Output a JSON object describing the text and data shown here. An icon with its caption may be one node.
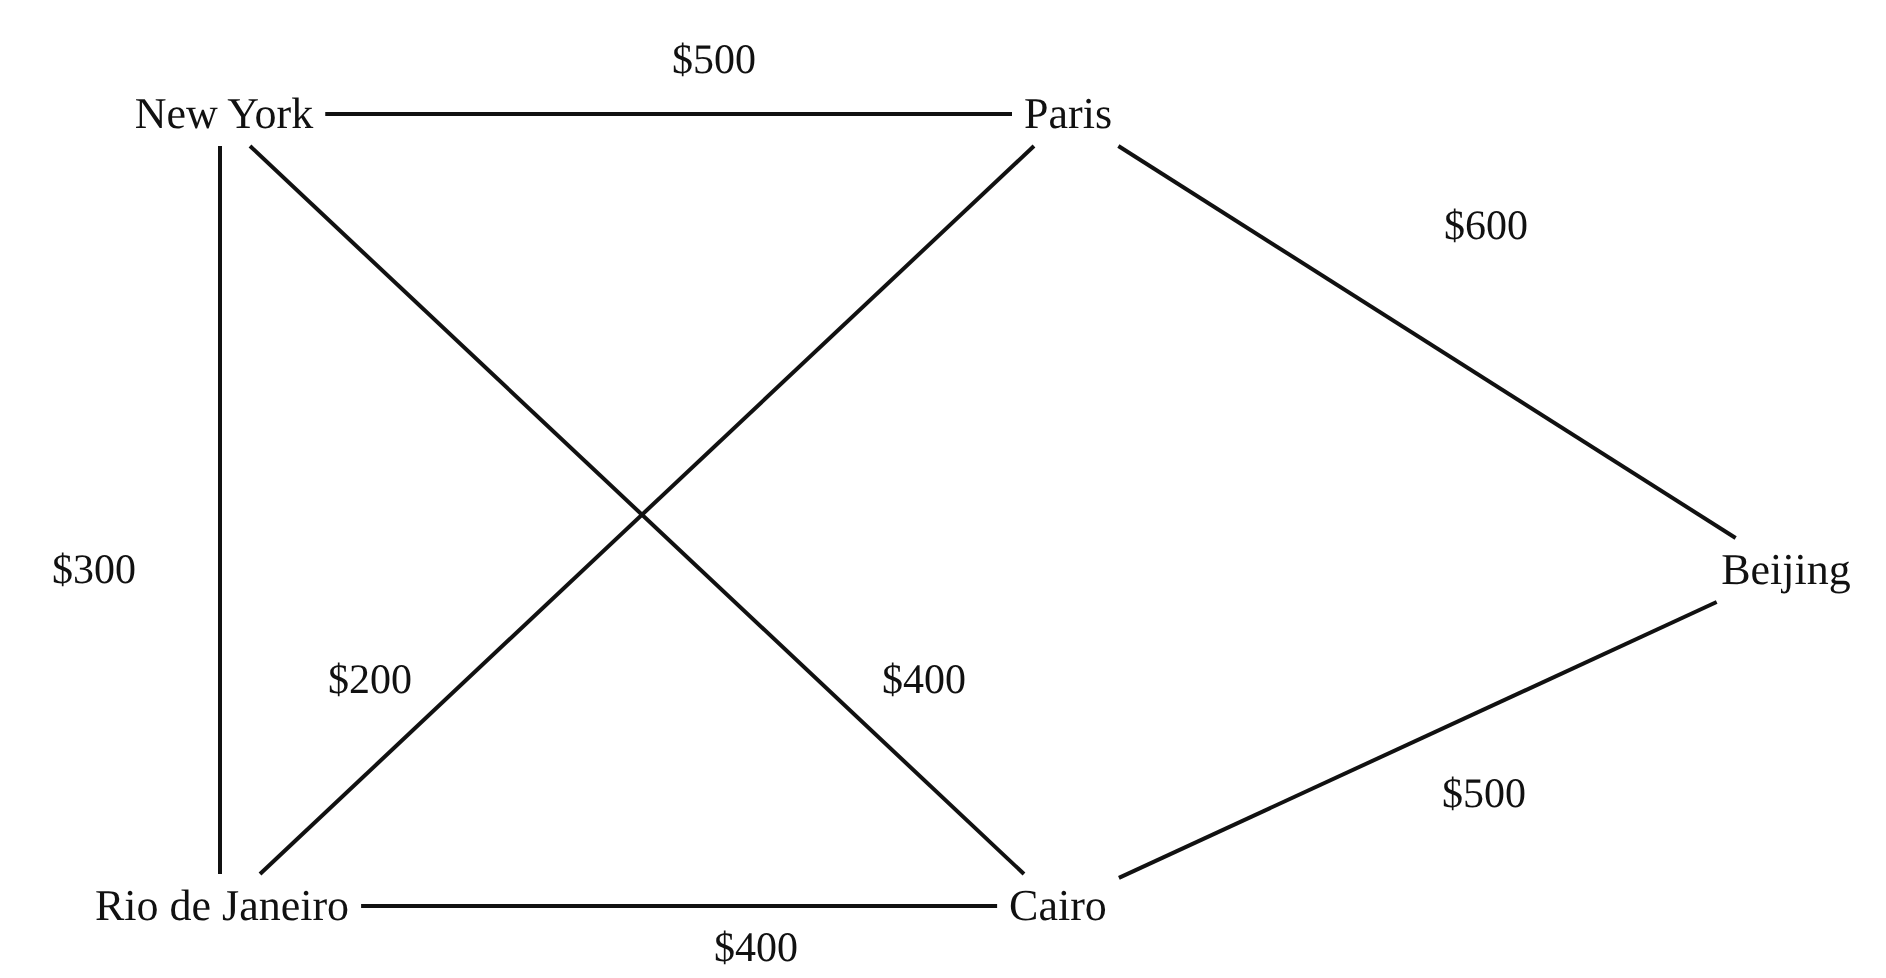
{
  "diagram": {
    "nodes": [
      {
        "text": [
          "New York"
        ]
      },
      {
        "text": [
          "Paris"
        ]
      },
      {
        "text": [
          "Beijing"
        ]
      },
      {
        "text": [
          "Rio de Janeiro"
        ]
      },
      {
        "text": [
          "Cairo"
        ]
      }
    ],
    "edges": [
      {
        "from": 0,
        "to": 1,
        "arrow": "none",
        "label": "$500"
      },
      {
        "from": 1,
        "to": 2,
        "arrow": "none",
        "label": "$600"
      },
      {
        "from": 0,
        "to": 3,
        "arrow": "none",
        "label": "$300"
      },
      {
        "from": 1,
        "to": 3,
        "arrow": "none",
        "label": "$200"
      },
      {
        "from": 0,
        "to": 4,
        "arrow": "none",
        "label": "$400"
      },
      {
        "from": 2,
        "to": 4,
        "arrow": "none",
        "label": "$500"
      },
      {
        "from": 3,
        "to": 4,
        "arrow": "none",
        "label": "$400"
      }
    ]
  }
}
